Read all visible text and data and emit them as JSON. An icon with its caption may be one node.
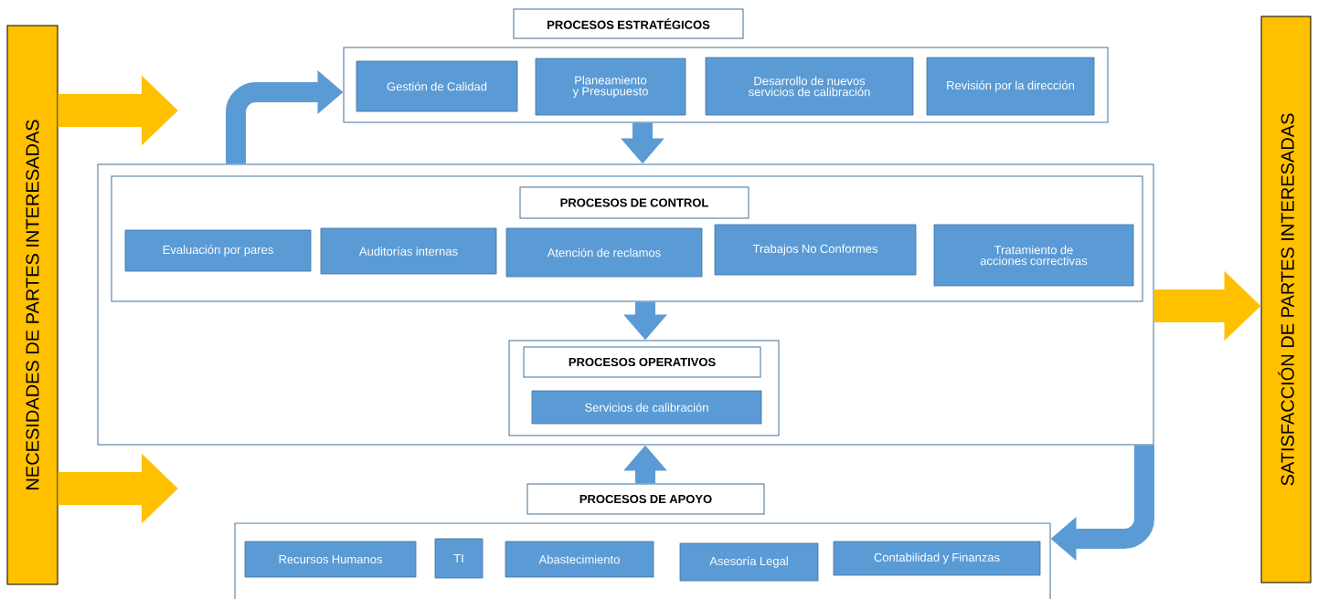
{
  "diagram": {
    "nodes": [
      {
        "text": [
          "NECESIDADES DE PARTES INTERESADAS"
        ]
      },
      {
        "text": [
          "SATISFACCIÓN DE PARTES INTERESADAS"
        ]
      },
      {
        "text": [
          "PROCESOS ESTRATÉGICOS"
        ]
      },
      {
        "text": [],
        "shape": "box"
      },
      {
        "text": [
          "Gestión de Calidad"
        ],
        "in": 3
      },
      {
        "text": [
          "Planeamiento y Presupuesto"
        ],
        "in": 3
      },
      {
        "text": [
          "Desarrollo de nuevos servicios de calibración"
        ],
        "in": 3
      },
      {
        "text": [
          "Revisión por la dirección"
        ],
        "in": 3
      },
      {
        "text": [],
        "shape": "box"
      },
      {
        "text": [],
        "shape": "box",
        "in": 8
      },
      {
        "text": [
          "PROCESOS DE CONTROL"
        ],
        "in": 9
      },
      {
        "text": [
          "Evaluación por pares"
        ],
        "in": 9
      },
      {
        "text": [
          "Auditorías internas"
        ],
        "in": 9
      },
      {
        "text": [
          "Atención de reclamos"
        ],
        "in": 9
      },
      {
        "text": [
          "Trabajos No Conformes"
        ],
        "in": 9
      },
      {
        "text": [
          "Tratamiento de acciones correctivas"
        ],
        "in": 9
      },
      {
        "text": [],
        "shape": "box",
        "in": 8
      },
      {
        "text": [
          "PROCESOS OPERATIVOS"
        ],
        "in": 16
      },
      {
        "text": [
          "Servicios de calibración"
        ],
        "in": 16
      },
      {
        "text": [
          "PROCESOS DE APOYO"
        ]
      },
      {
        "text": [],
        "shape": "box"
      },
      {
        "text": [
          "Recursos Humanos"
        ],
        "in": 20
      },
      {
        "text": [
          "TI"
        ],
        "in": 20
      },
      {
        "text": [
          "Abastecimiento"
        ],
        "in": 20
      },
      {
        "text": [
          "Asesoría Legal"
        ],
        "in": 20
      },
      {
        "text": [
          "Contabilidad y Finanzas"
        ],
        "in": 20
      }
    ],
    "edges": [
      {
        "from": 0,
        "to": null,
        "arrow": "to",
        "color": "#ffc000"
      },
      {
        "from": 0,
        "to": null,
        "arrow": "to",
        "color": "#ffc000"
      },
      {
        "from": 8,
        "to": 1,
        "arrow": "to",
        "color": "#ffc000"
      },
      {
        "from": 8,
        "to": 3,
        "arrow": "to"
      },
      {
        "from": 3,
        "to": 8,
        "arrow": "to"
      },
      {
        "from": 9,
        "to": 16,
        "arrow": "to"
      },
      {
        "from": 19,
        "to": 8,
        "arrow": "to"
      },
      {
        "from": 8,
        "to": 20,
        "arrow": "to"
      }
    ]
  }
}
